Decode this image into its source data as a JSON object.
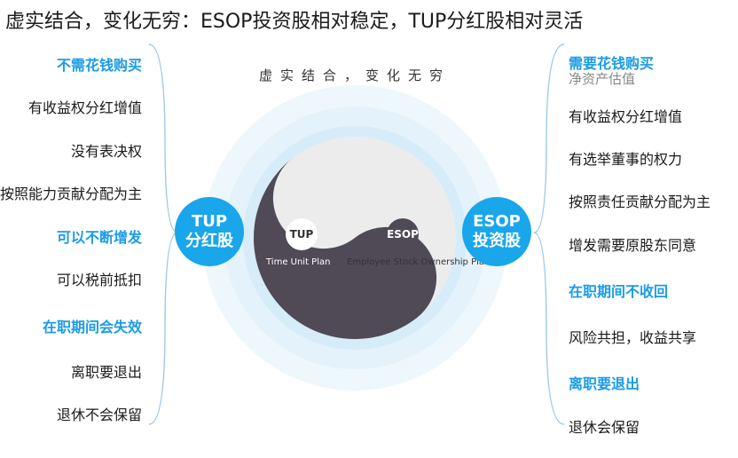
{
  "title": "虚实结合，变化无穷：ESOP投资股相对稳定，TUP分红股相对灵活",
  "center_caption": "虚实结合，变化无穷",
  "tup": {
    "badge_line1": "TUP",
    "badge_line2": "分红股",
    "mini": "TUP",
    "full_name": "Time Unit Plan",
    "items": [
      {
        "text": "不需花钱购买",
        "highlight": true
      },
      {
        "text": "有收益权分红增值",
        "highlight": false
      },
      {
        "text": "没有表决权",
        "highlight": false
      },
      {
        "text": "按照能力贡献分配为主",
        "highlight": false
      },
      {
        "text": "可以不断增发",
        "highlight": true
      },
      {
        "text": "可以税前抵扣",
        "highlight": false
      },
      {
        "text": "在职期间会失效",
        "highlight": true
      },
      {
        "text": "离职要退出",
        "highlight": false
      },
      {
        "text": "退休不会保留",
        "highlight": false
      }
    ]
  },
  "esop": {
    "badge_line1": "ESOP",
    "badge_line2": "投资股",
    "mini": "ESOP",
    "full_name": "Employee Stock Ownership Plans",
    "items": [
      {
        "text": "需要花钱购买",
        "highlight": true,
        "sub": "净资产估值"
      },
      {
        "text": "有收益权分红增值",
        "highlight": false
      },
      {
        "text": "有选举董事的权力",
        "highlight": false
      },
      {
        "text": "按照责任贡献分配为主",
        "highlight": false
      },
      {
        "text": "增发需要原股东同意",
        "highlight": false
      },
      {
        "text": "在职期间不收回",
        "highlight": true
      },
      {
        "text": "风险共担，收益共享",
        "highlight": false
      },
      {
        "text": "离职要退出",
        "highlight": true
      },
      {
        "text": "退休会保留",
        "highlight": false
      }
    ]
  },
  "colors": {
    "accent": "#1a9be6",
    "yin": "#4f4a56",
    "yang": "#ececed",
    "halo_outer": "#eef7fc",
    "halo_inner": "#d6ecf8"
  }
}
